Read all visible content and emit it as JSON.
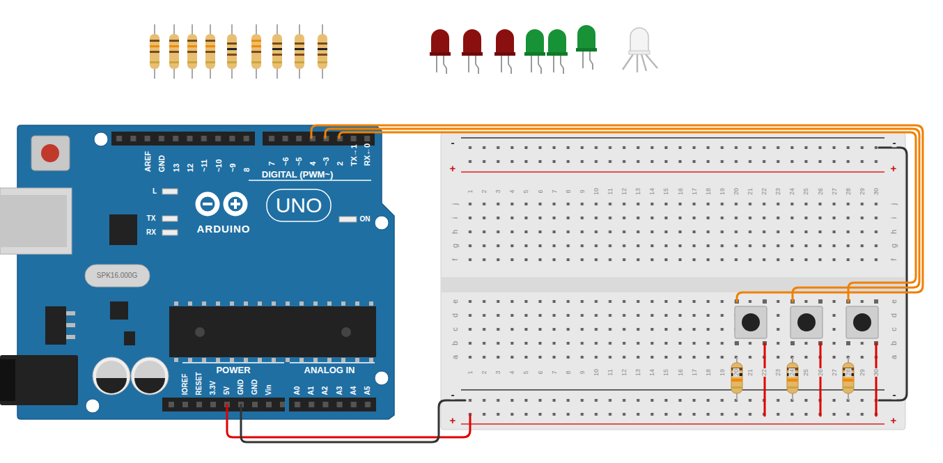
{
  "diagram": {
    "labels": [
      "AREF",
      "GND",
      "13",
      "12",
      "~11",
      "~10",
      "~9",
      "8",
      "7",
      "~6",
      "~5",
      "4",
      "~3",
      "2",
      "TX→1",
      "RX←0",
      "DIGITAL (PWM~)",
      "L",
      "TX",
      "RX",
      "ON",
      "ARDUINO",
      "UNO",
      "SPK16.000G",
      "IOREF",
      "RESET",
      "3.3V",
      "5V",
      "GND",
      "GND",
      "Vin",
      "POWER",
      "ANALOG IN",
      "A0",
      "A1",
      "A2",
      "A3",
      "A4",
      "A5",
      "-",
      "+",
      "-",
      "+",
      "1",
      "2",
      "3",
      "4",
      "5",
      "6",
      "7",
      "8",
      "9",
      "10",
      "11",
      "12",
      "13",
      "14",
      "15",
      "16",
      "17",
      "18",
      "19",
      "20",
      "21",
      "22",
      "23",
      "24",
      "25",
      "26",
      "27",
      "28",
      "29",
      "30",
      "j",
      "i",
      "h",
      "g",
      "f",
      "e",
      "d",
      "c",
      "b",
      "a",
      "j",
      "i",
      "h",
      "g",
      "f",
      "e",
      "d",
      "c",
      "b",
      "a",
      "1",
      "2",
      "3",
      "4",
      "5",
      "6",
      "7",
      "8",
      "9",
      "10",
      "11",
      "12",
      "13",
      "14",
      "15",
      "16",
      "17",
      "18",
      "19",
      "20",
      "21",
      "22",
      "23",
      "24",
      "25",
      "26",
      "27",
      "28",
      "29",
      "30",
      "-",
      "+",
      "-",
      "+"
    ]
  }
}
